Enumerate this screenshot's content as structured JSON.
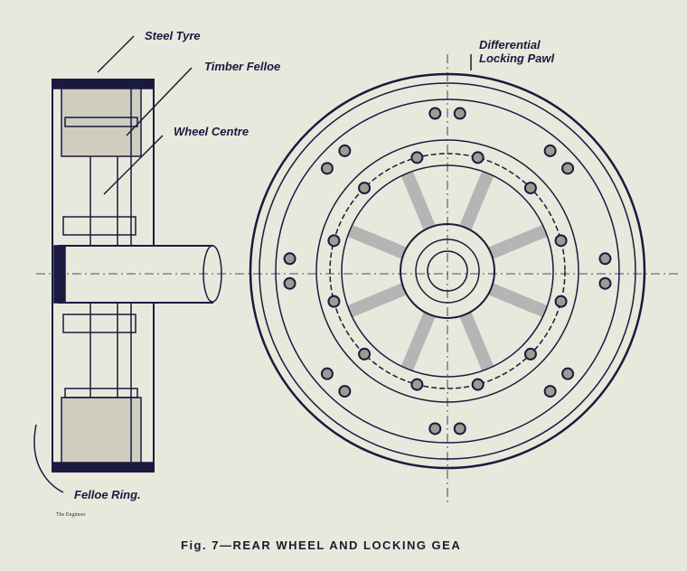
{
  "labels": {
    "steel_tyre": "Steel Tyre",
    "timber_felloe": "Timber Felloe",
    "wheel_centre": "Wheel Centre",
    "felloe_ring": "Felloe Ring.",
    "differential_pawl": "Differential Locking Pawl"
  },
  "publisher_mark": "The Engineer",
  "caption": "Fig. 7—REAR WHEEL AND LOCKING GEA",
  "colors": {
    "ink": "#1a1a40",
    "paper": "#e9e8dc"
  }
}
